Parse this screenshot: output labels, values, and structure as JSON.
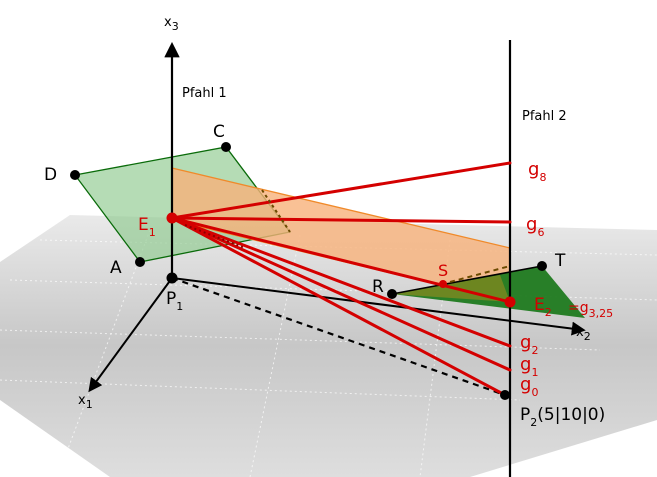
{
  "axes": {
    "x3": {
      "main": "x",
      "sub": "3"
    },
    "x2": {
      "main": "x",
      "sub": "2"
    },
    "x1": {
      "main": "x",
      "sub": "1"
    }
  },
  "posts": {
    "post1": "Pfahl 1",
    "post2": "Pfahl 2"
  },
  "points": {
    "A": "A",
    "C": "C",
    "D": "D",
    "R": "R",
    "T": "T",
    "S": "S",
    "E1": {
      "main": "E",
      "sub": "1"
    },
    "E2": {
      "main": "E",
      "sub": "2"
    },
    "P1": {
      "main": "P",
      "sub": "1"
    },
    "P2": {
      "main": "P",
      "sub": "2",
      "coords": "(5|10|0)"
    }
  },
  "lines": {
    "g8": {
      "main": "g",
      "sub": "8"
    },
    "g6": {
      "main": "g",
      "sub": "6"
    },
    "g2": {
      "main": "g",
      "sub": "2"
    },
    "g1": {
      "main": "g",
      "sub": "1"
    },
    "g0": {
      "main": "g",
      "sub": "0"
    },
    "g325": {
      "prefix": "=",
      "main": "g",
      "sub": "3,25"
    }
  },
  "colors": {
    "red": "#d40000",
    "green_fill": "#8ec98e",
    "green_dark": "#0a6b0a",
    "orange_fill": "#f7b27a",
    "orange_edge": "#f08a2a",
    "ground": "#bdbdbd",
    "black": "#000000"
  }
}
